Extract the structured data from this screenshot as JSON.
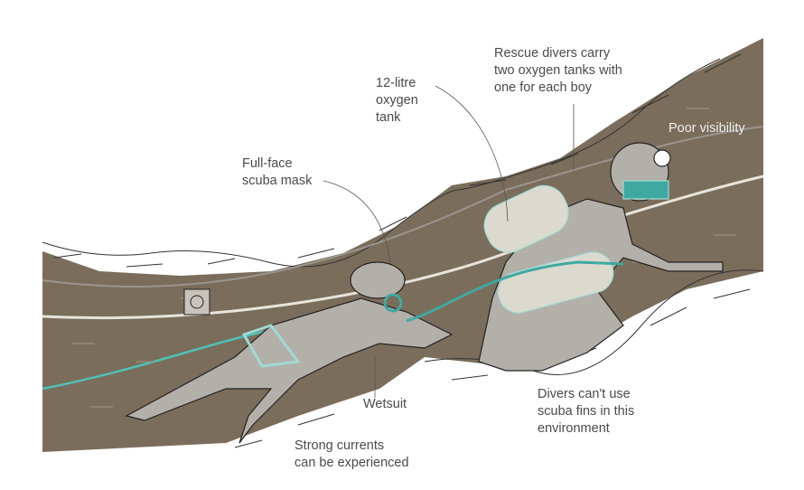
{
  "labels": {
    "rescue_divers": "Rescue divers carry\ntwo oxygen tanks with\none for each boy",
    "oxygen_tank": "12-litre\noxygen\ntank",
    "poor_visibility": "Poor visibility",
    "scuba_mask": "Full-face\nscuba mask",
    "wetsuit": "Wetsuit",
    "no_fins": "Divers can't use\nscuba fins in this\nenvironment",
    "currents": "Strong currents\ncan be experienced"
  },
  "colors": {
    "water": "#7b6d5b",
    "diver": "#b3afa9",
    "equipment": "#3fa9a1",
    "rock": "#ffffff"
  }
}
